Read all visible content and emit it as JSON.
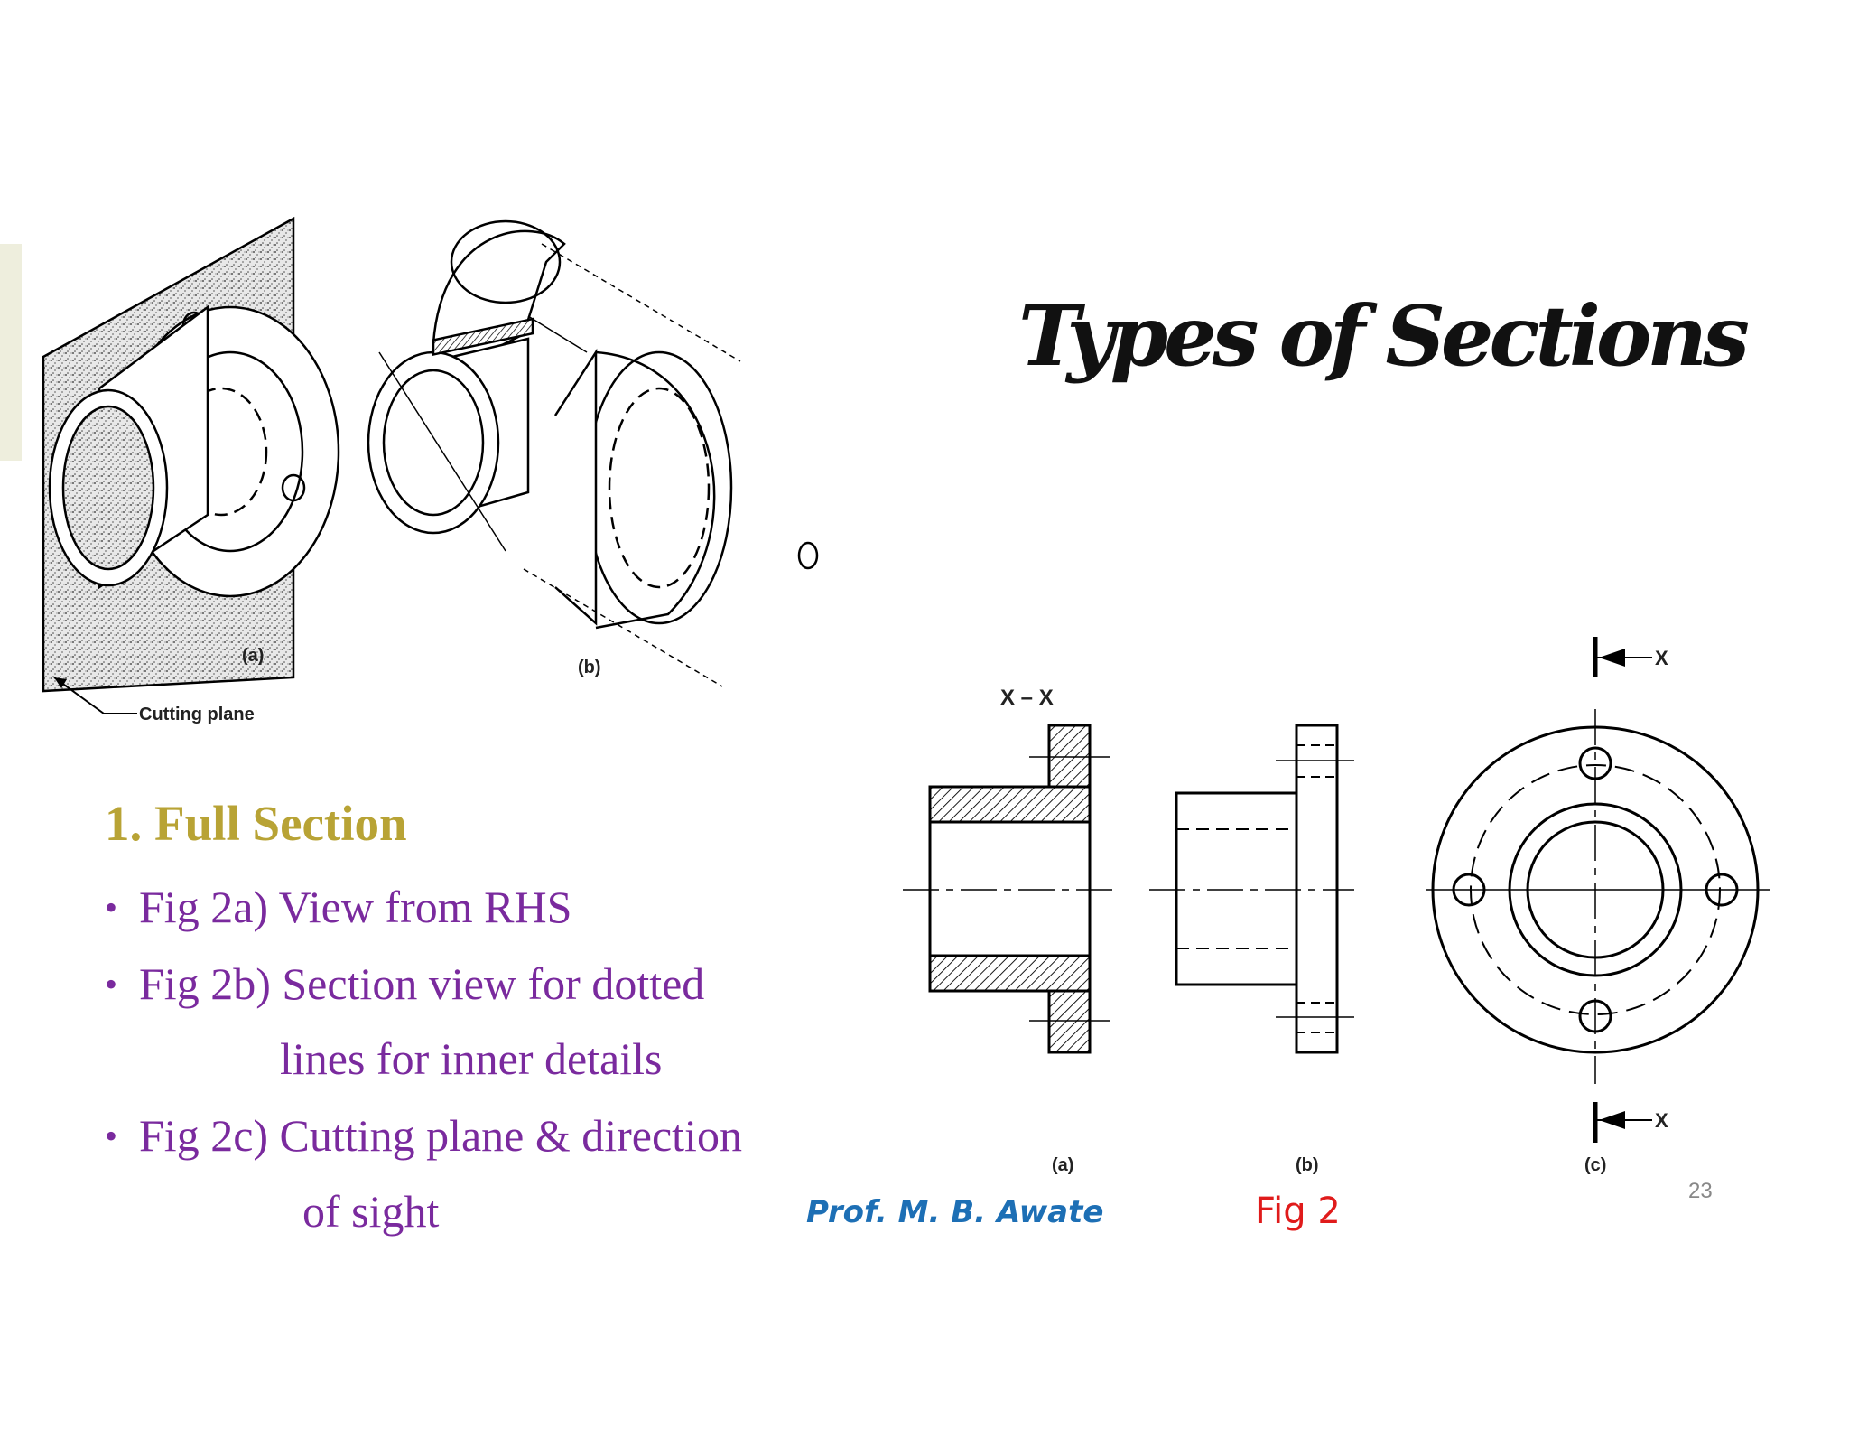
{
  "slide": {
    "title": "Types of Sections",
    "page_number": "23",
    "author": "Prof. M. B. Awate",
    "figure_label": "Fig 2"
  },
  "top_figure": {
    "label_a": "(a)",
    "label_b": "(b)",
    "cutting_plane_label": "Cutting plane"
  },
  "bottom_figure": {
    "section_label": "X – X",
    "label_a": "(a)",
    "label_b": "(b)",
    "label_c": "(c)",
    "arrow_top": "X",
    "arrow_bottom": "X"
  },
  "content": {
    "heading": "1.  Full Section",
    "bullets": [
      {
        "text": "Fig 2a) View from RHS",
        "continuation": ""
      },
      {
        "text": "Fig 2b) Section view for dotted",
        "continuation": "lines for inner details"
      },
      {
        "text": "Fig 2c)  Cutting plane & direction",
        "continuation": "of sight"
      }
    ]
  },
  "colors": {
    "heading": "#b8a335",
    "bullets": "#7a2a9e",
    "author": "#1d6fb5",
    "figure_label": "#e01b1b"
  }
}
